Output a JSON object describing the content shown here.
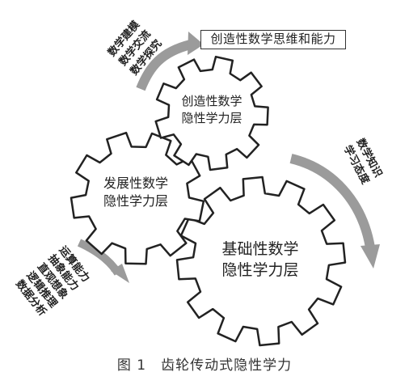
{
  "outcome_box": "创造性数学思维和能力",
  "gears": {
    "top": {
      "line1": "创造性数学",
      "line2": "隐性学力层"
    },
    "middle": {
      "line1": "发展性数学",
      "line2": "隐性学力层"
    },
    "large": {
      "line1": "基础性数学",
      "line2": "隐性学力层"
    }
  },
  "top_left_labels": [
    "数学建模",
    "数学交流",
    "数学探究"
  ],
  "right_labels": [
    "数学知识",
    "学习态度"
  ],
  "bottom_left_labels": [
    "运算能力",
    "抽象能力",
    "直观想象",
    "逻辑推理",
    "数据分析"
  ],
  "caption": {
    "fig_no": "图 1",
    "title": "齿轮传动式隐性学力"
  },
  "colors": {
    "gear_stroke": "#222222",
    "gear_fill": "#ffffff",
    "arrow": "#9b9b9b"
  }
}
